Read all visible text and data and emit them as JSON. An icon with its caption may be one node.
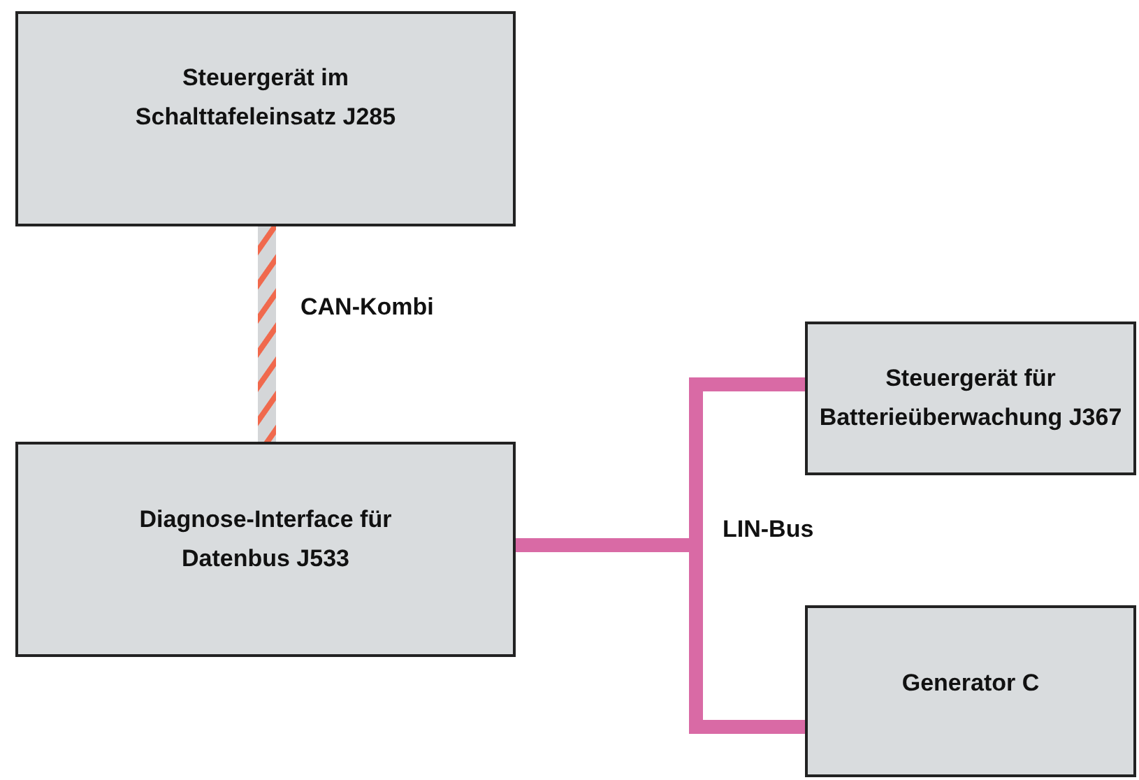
{
  "diagram": {
    "nodes": [
      {
        "text": [
          "Steuergerät im Schalttafeleinsatz J285"
        ]
      },
      {
        "text": [
          "Diagnose-Interface für Datenbus J533"
        ]
      },
      {
        "text": [
          "Steuergerät für Batterieüberwachung J367"
        ]
      },
      {
        "text": [
          "Generator C"
        ]
      }
    ],
    "edges": [
      {
        "from": 0,
        "to": 1,
        "arrow": "none",
        "label": "CAN-Kombi",
        "style": "dashed",
        "color": "#f0694d"
      },
      {
        "from": 1,
        "to": 2,
        "arrow": "none"
      },
      {
        "from": 1,
        "to": 3,
        "arrow": "none"
      }
    ],
    "labels": [
      "LIN-Bus"
    ]
  }
}
